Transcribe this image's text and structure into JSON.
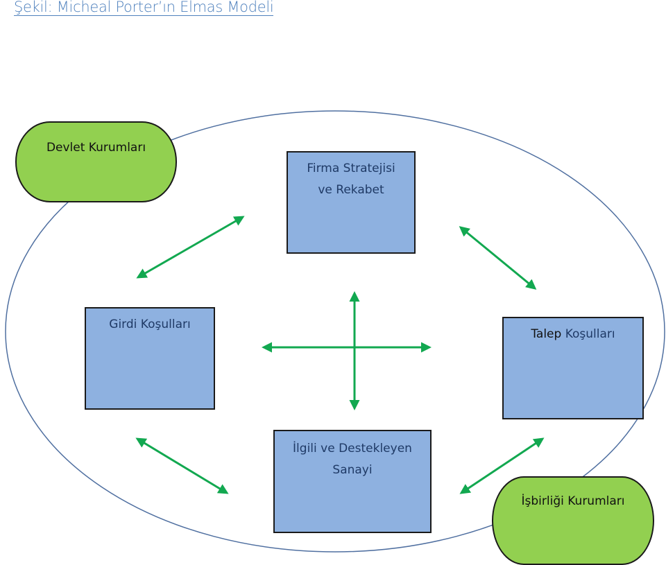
{
  "caption": "Şekil: Micheal Porter’ın Elmas Modeli",
  "colors": {
    "caption": "#4f81bd",
    "ellipse_stroke": "#4f6fa0",
    "box_fill": "#8eb1e0",
    "box_text": "#1f3a66",
    "pill_fill": "#92d050",
    "arrow": "#12a850",
    "border": "#1a1a1a"
  },
  "nodes": {
    "firm_strategy": {
      "line1": "Firma Stratejisi",
      "line2": "ve Rekabet"
    },
    "input_conditions": {
      "label": "Girdi Koşulları"
    },
    "demand_conditions": {
      "word1": "Talep",
      "word2": "Koşulları"
    },
    "related_industries": {
      "line1": "İlgili ve Destekleyen",
      "line2": "Sanayi"
    },
    "government": {
      "label": "Devlet Kurumları"
    },
    "cooperation": {
      "label": "İşbirliği Kurumları"
    }
  },
  "connections": [
    {
      "from": "firm_strategy",
      "to": "input_conditions",
      "type": "bidirectional"
    },
    {
      "from": "firm_strategy",
      "to": "demand_conditions",
      "type": "bidirectional"
    },
    {
      "from": "input_conditions",
      "to": "related_industries",
      "type": "bidirectional"
    },
    {
      "from": "demand_conditions",
      "to": "related_industries",
      "type": "bidirectional"
    },
    {
      "from": "center",
      "to": "all",
      "type": "cross"
    }
  ]
}
